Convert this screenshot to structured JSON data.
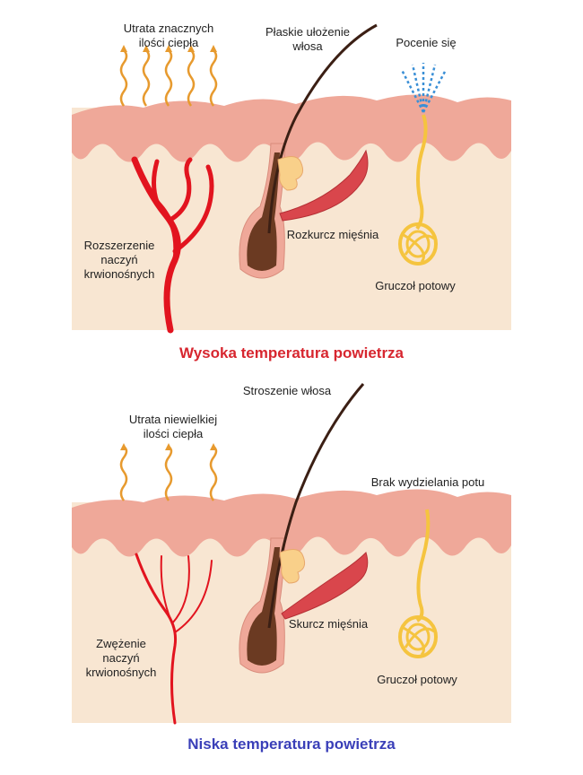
{
  "colors": {
    "hot_caption": "#d7262f",
    "cold_caption": "#3a3fb8",
    "skin_surface": "#efa899",
    "dermis": "#f8e6d2",
    "blood_vessel": "#e2141f",
    "heat_wave": "#e79a2e",
    "sweat_gland": "#f5c43f",
    "sweat_drops": "#3a8fd6",
    "hair": "#3b1f14",
    "muscle": "#d9464c"
  },
  "hot_panel": {
    "heat_loss_label": "Utrata znacznych\nilości ciepła",
    "hair_label": "Płaskie ułożenie\nwłosa",
    "sweating_label": "Pocenie się",
    "vessel_label": "Rozszerzenie\nnaczyń\nkrwionośnych",
    "muscle_label": "Rozkurcz mięśnia",
    "gland_label": "Gruczoł potowy",
    "caption": "Wysoka temperatura powietrza"
  },
  "cold_panel": {
    "hair_label": "Stroszenie włosa",
    "heat_loss_label": "Utrata niewielkiej\nilości ciepła",
    "no_sweat_label": "Brak wydzielania potu",
    "vessel_label": "Zwężenie\nnaczyń\nkrwionośnych",
    "muscle_label": "Skurcz mięśnia",
    "gland_label": "Gruczoł potowy",
    "caption": "Niska temperatura powietrza"
  }
}
